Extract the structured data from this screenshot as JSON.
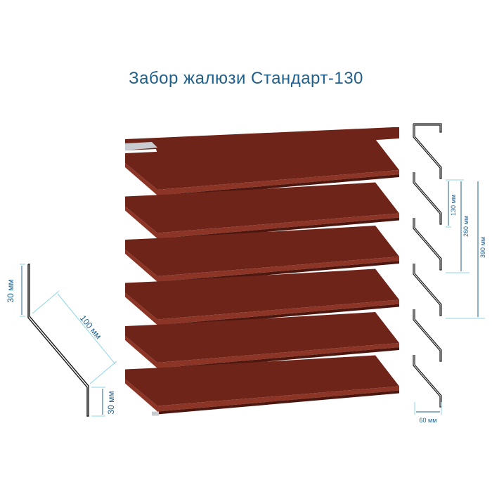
{
  "title": "Забор жалюзи Стандарт-130",
  "colors": {
    "slat_face": "#6e2418",
    "slat_top": "#8c3526",
    "slat_edge": "#4d1710",
    "metal": "#c8ccd0",
    "dim_line": "#1f5f8b",
    "dim_ext": "#8fd6e6",
    "profile_line": "#1b1b1b"
  },
  "slats": [
    1,
    2,
    3,
    4,
    5,
    6
  ],
  "profile": {
    "flange_top": "30 мм",
    "slope": "100 мм",
    "flange_bottom": "30 мм"
  },
  "section": {
    "step1": "130 мм",
    "step2": "260 мм",
    "step3": "390 мм",
    "depth": "60 мм"
  }
}
